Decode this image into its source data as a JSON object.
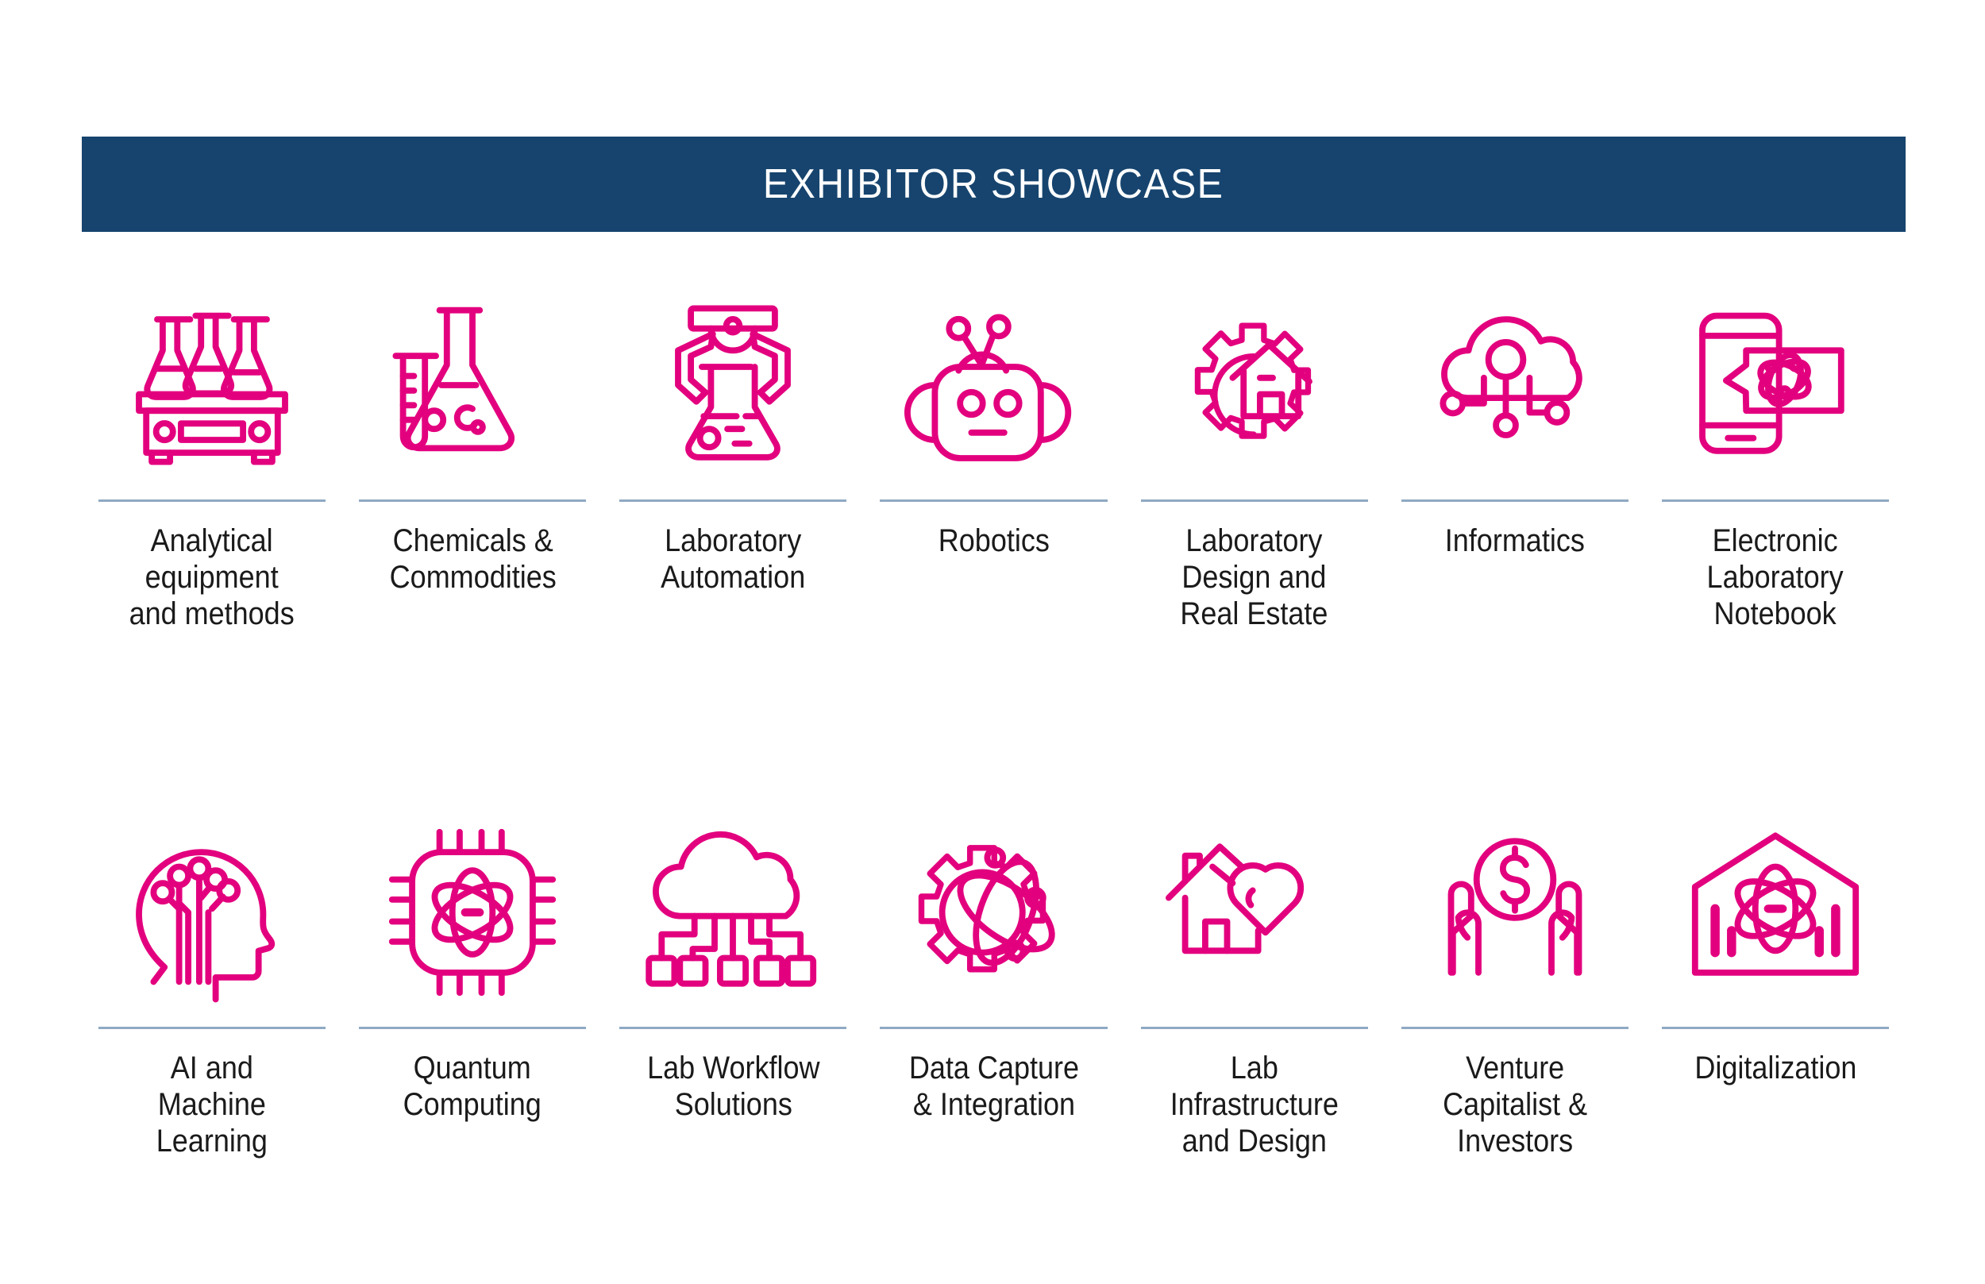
{
  "header": {
    "title": "EXHIBITOR SHOWCASE",
    "background_color": "#16446e",
    "text_color": "#ffffff"
  },
  "theme": {
    "icon_color": "#e3007e",
    "divider_color": "#8fa9c4",
    "label_color": "#1a1a1a",
    "page_background": "#ffffff"
  },
  "categories": [
    {
      "label": "Analytical\nequipment\nand methods",
      "icon": "flasks-on-hotplate-icon",
      "row": 1,
      "column": 1
    },
    {
      "label": "Chemicals &\nCommodities",
      "icon": "test-tube-and-flask-icon",
      "row": 1,
      "column": 2
    },
    {
      "label": "Laboratory\nAutomation",
      "icon": "robotic-gripper-flask-icon",
      "row": 1,
      "column": 3
    },
    {
      "label": "Robotics",
      "icon": "robot-head-icon",
      "row": 1,
      "column": 4
    },
    {
      "label": "Laboratory\nDesign and\nReal Estate",
      "icon": "gear-house-icon",
      "row": 1,
      "column": 5
    },
    {
      "label": "Informatics",
      "icon": "cloud-network-icon",
      "row": 1,
      "column": 6
    },
    {
      "label": "Electronic\nLaboratory\nNotebook",
      "icon": "phone-atom-bubble-icon",
      "row": 1,
      "column": 7
    },
    {
      "label": "AI and\nMachine\nLearning",
      "icon": "head-circuit-icon",
      "row": 2,
      "column": 1
    },
    {
      "label": "Quantum\nComputing",
      "icon": "cpu-atom-icon",
      "row": 2,
      "column": 2
    },
    {
      "label": "Lab Workflow\nSolutions",
      "icon": "cloud-nodes-icon",
      "row": 2,
      "column": 3
    },
    {
      "label": "Data Capture\n& Integration",
      "icon": "gear-atom-icon",
      "row": 2,
      "column": 4
    },
    {
      "label": "Lab\nInfrastructure\nand Design",
      "icon": "house-heart-icon",
      "row": 2,
      "column": 5
    },
    {
      "label": "Venture\nCapitalist &\nInvestors",
      "icon": "hands-dollar-coin-icon",
      "row": 2,
      "column": 6
    },
    {
      "label": "Digitalization",
      "icon": "house-atom-chart-icon",
      "row": 2,
      "column": 7
    }
  ]
}
